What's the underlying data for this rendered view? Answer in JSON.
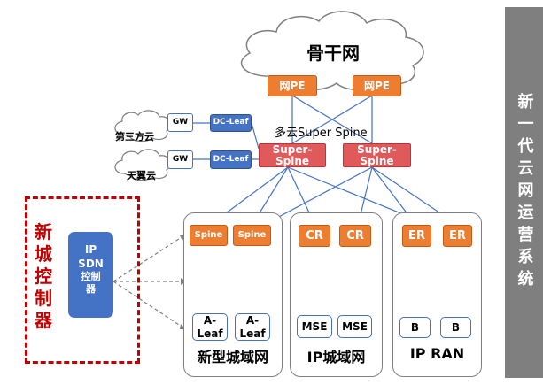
{
  "diagram": {
    "backbone_label": "骨干网",
    "network_pe_label": "网PE",
    "multi_cloud_label": "多云Super Spine",
    "super_spine_label": "Super-Spine",
    "third_party_cloud_label": "第三方云",
    "tianyi_cloud_label": "天翼云",
    "gw_label": "GW",
    "dc_leaf_label": "DC-Leaf",
    "controller_label": "新城控制器",
    "sdn_line1": "IP",
    "sdn_line2": "SDN",
    "sdn_line3": "控制",
    "sdn_line4": "器",
    "spine_label": "Spine",
    "cr_label": "CR",
    "er_label": "ER",
    "a_leaf_label": "A-Leaf",
    "mse_label": "MSE",
    "b_label": "B",
    "zone_metro_label": "新型城域网",
    "zone_ip_metro_label": "IP城域网",
    "zone_ip_ran_label": "IP RAN",
    "side_title": "新一代云网运营系统"
  },
  "colors": {
    "orange": "#ed7d31",
    "red": "#e05a5c",
    "blue": "#4472c4",
    "link": "#4472c4",
    "controller_red": "#c00000",
    "side_gray": "#7f7f7f"
  },
  "icons": {
    "cloud": "cloud-icon"
  }
}
